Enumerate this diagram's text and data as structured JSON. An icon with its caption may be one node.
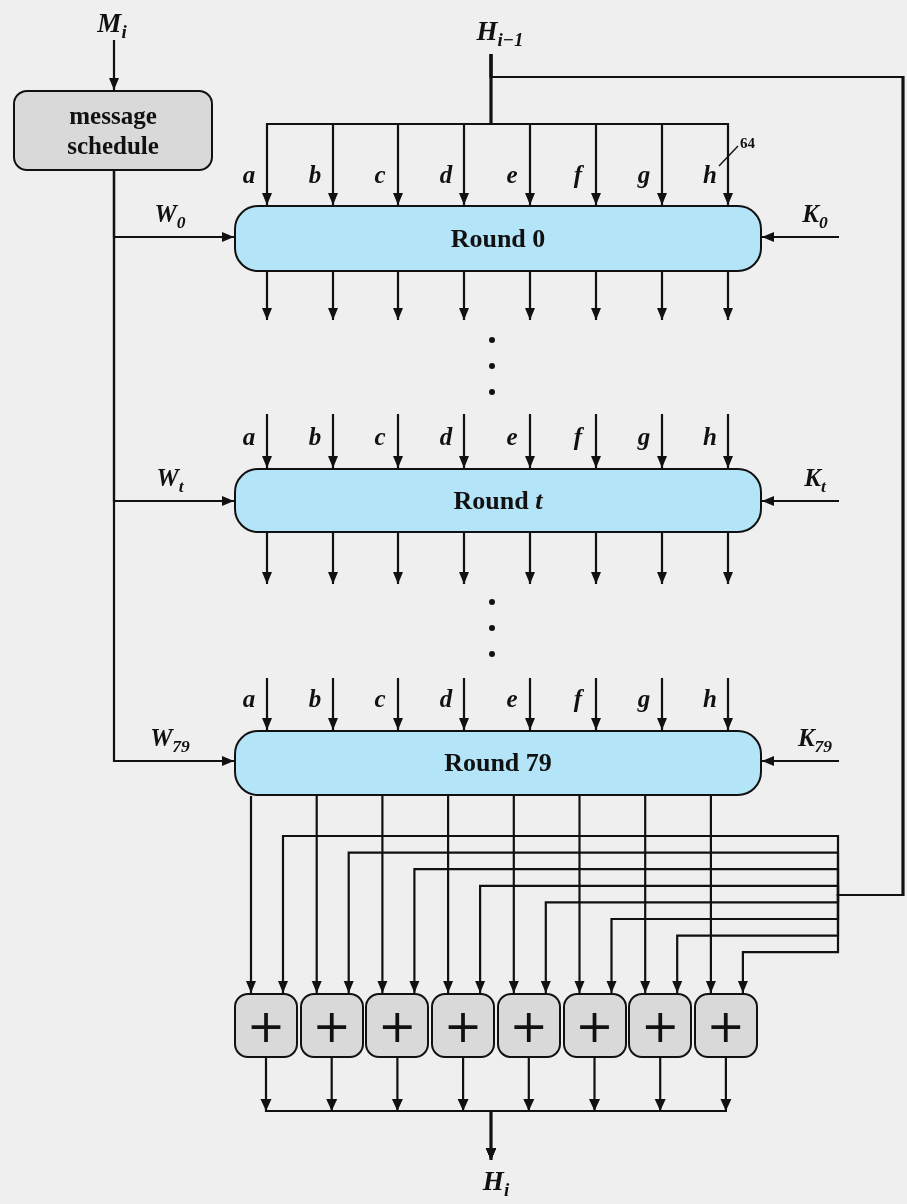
{
  "diagram": {
    "nodes": [
      {
        "text": [
          "M$_{i}$"
        ]
      },
      {
        "text": [
          "message schedule"
        ]
      },
      {
        "text": [
          "H$_{i−1}$"
        ]
      },
      {
        "text": [
          "Round 0"
        ]
      },
      {
        "text": [
          "Round *t*"
        ]
      },
      {
        "text": [
          "Round 79"
        ]
      },
      {
        "text": [
          "+"
        ]
      },
      {
        "text": [
          "+"
        ]
      },
      {
        "text": [
          "+"
        ]
      },
      {
        "text": [
          "+"
        ]
      },
      {
        "text": [
          "+"
        ]
      },
      {
        "text": [
          "+"
        ]
      },
      {
        "text": [
          "+"
        ]
      },
      {
        "text": [
          "+"
        ]
      },
      {
        "text": [
          "H$_{i}$"
        ]
      }
    ],
    "edges": [
      {
        "from": 0,
        "to": 1,
        "arrow": "to"
      },
      {
        "from": 1,
        "to": 3,
        "arrow": "to",
        "label": "W$_{0}$"
      },
      {
        "from": 1,
        "to": 4,
        "arrow": "to",
        "label": "W$_{t}$"
      },
      {
        "from": 1,
        "to": 5,
        "arrow": "to",
        "label": "W$_{79}$"
      },
      {
        "from": 2,
        "to": 3,
        "arrow": "to",
        "label": "a"
      },
      {
        "from": 2,
        "to": 3,
        "arrow": "to",
        "label": "b"
      },
      {
        "from": 2,
        "to": 3,
        "arrow": "to",
        "label": "c"
      },
      {
        "from": 2,
        "to": 3,
        "arrow": "to",
        "label": "d"
      },
      {
        "from": 2,
        "to": 3,
        "arrow": "to",
        "label": "e"
      },
      {
        "from": 2,
        "to": 3,
        "arrow": "to",
        "label": "f"
      },
      {
        "from": 2,
        "to": 3,
        "arrow": "to",
        "label": "g"
      },
      {
        "from": 2,
        "to": 3,
        "arrow": "to",
        "label": "h"
      },
      {
        "from": null,
        "to": 3,
        "arrow": "to",
        "label": "K$_{0}$"
      },
      {
        "from": null,
        "to": 4,
        "arrow": "to",
        "label": "K$_{t}$"
      },
      {
        "from": null,
        "to": 5,
        "arrow": "to",
        "label": "K$_{79}$"
      },
      {
        "from": 3,
        "to": null,
        "arrow": "to"
      },
      {
        "from": 3,
        "to": null,
        "arrow": "to"
      },
      {
        "from": 3,
        "to": null,
        "arrow": "to"
      },
      {
        "from": 3,
        "to": null,
        "arrow": "to"
      },
      {
        "from": 3,
        "to": null,
        "arrow": "to"
      },
      {
        "from": 3,
        "to": null,
        "arrow": "to"
      },
      {
        "from": 3,
        "to": null,
        "arrow": "to"
      },
      {
        "from": 3,
        "to": null,
        "arrow": "to"
      },
      {
        "from": null,
        "to": 4,
        "arrow": "to",
        "label": "a"
      },
      {
        "from": null,
        "to": 4,
        "arrow": "to",
        "label": "b"
      },
      {
        "from": null,
        "to": 4,
        "arrow": "to",
        "label": "c"
      },
      {
        "from": null,
        "to": 4,
        "arrow": "to",
        "label": "d"
      },
      {
        "from": null,
        "to": 4,
        "arrow": "to",
        "label": "e"
      },
      {
        "from": null,
        "to": 4,
        "arrow": "to",
        "label": "f"
      },
      {
        "from": null,
        "to": 4,
        "arrow": "to",
        "label": "g"
      },
      {
        "from": null,
        "to": 4,
        "arrow": "to",
        "label": "h"
      },
      {
        "from": 4,
        "to": null,
        "arrow": "to"
      },
      {
        "from": 4,
        "to": null,
        "arrow": "to"
      },
      {
        "from": 4,
        "to": null,
        "arrow": "to"
      },
      {
        "from": 4,
        "to": null,
        "arrow": "to"
      },
      {
        "from": 4,
        "to": null,
        "arrow": "to"
      },
      {
        "from": 4,
        "to": null,
        "arrow": "to"
      },
      {
        "from": 4,
        "to": null,
        "arrow": "to"
      },
      {
        "from": 4,
        "to": null,
        "arrow": "to"
      },
      {
        "from": null,
        "to": 5,
        "arrow": "to",
        "label": "a"
      },
      {
        "from": null,
        "to": 5,
        "arrow": "to",
        "label": "b"
      },
      {
        "from": null,
        "to": 5,
        "arrow": "to",
        "label": "c"
      },
      {
        "from": null,
        "to": 5,
        "arrow": "to",
        "label": "d"
      },
      {
        "from": null,
        "to": 5,
        "arrow": "to",
        "label": "e"
      },
      {
        "from": null,
        "to": 5,
        "arrow": "to",
        "label": "f"
      },
      {
        "from": null,
        "to": 5,
        "arrow": "to",
        "label": "g"
      },
      {
        "from": null,
        "to": 5,
        "arrow": "to",
        "label": "h"
      },
      {
        "from": 5,
        "to": 6,
        "arrow": "to"
      },
      {
        "from": 5,
        "to": 7,
        "arrow": "to"
      },
      {
        "from": 5,
        "to": 8,
        "arrow": "to"
      },
      {
        "from": 5,
        "to": 9,
        "arrow": "to"
      },
      {
        "from": 5,
        "to": 10,
        "arrow": "to"
      },
      {
        "from": 5,
        "to": 11,
        "arrow": "to"
      },
      {
        "from": 5,
        "to": 12,
        "arrow": "to"
      },
      {
        "from": 5,
        "to": 13,
        "arrow": "to"
      },
      {
        "from": 2,
        "to": 6,
        "arrow": "to"
      },
      {
        "from": 2,
        "to": 7,
        "arrow": "to"
      },
      {
        "from": 2,
        "to": 8,
        "arrow": "to"
      },
      {
        "from": 2,
        "to": 9,
        "arrow": "to"
      },
      {
        "from": 2,
        "to": 10,
        "arrow": "to"
      },
      {
        "from": 2,
        "to": 11,
        "arrow": "to"
      },
      {
        "from": 2,
        "to": 12,
        "arrow": "to"
      },
      {
        "from": 2,
        "to": 13,
        "arrow": "to"
      },
      {
        "from": 6,
        "to": 14,
        "arrow": "to"
      },
      {
        "from": 7,
        "to": 14,
        "arrow": "to"
      },
      {
        "from": 8,
        "to": 14,
        "arrow": "to"
      },
      {
        "from": 9,
        "to": 14,
        "arrow": "to"
      },
      {
        "from": 10,
        "to": 14,
        "arrow": "to"
      },
      {
        "from": 11,
        "to": 14,
        "arrow": "to"
      },
      {
        "from": 12,
        "to": 14,
        "arrow": "to"
      },
      {
        "from": 13,
        "to": 14,
        "arrow": "to"
      }
    ],
    "labels": [
      "64"
    ]
  }
}
